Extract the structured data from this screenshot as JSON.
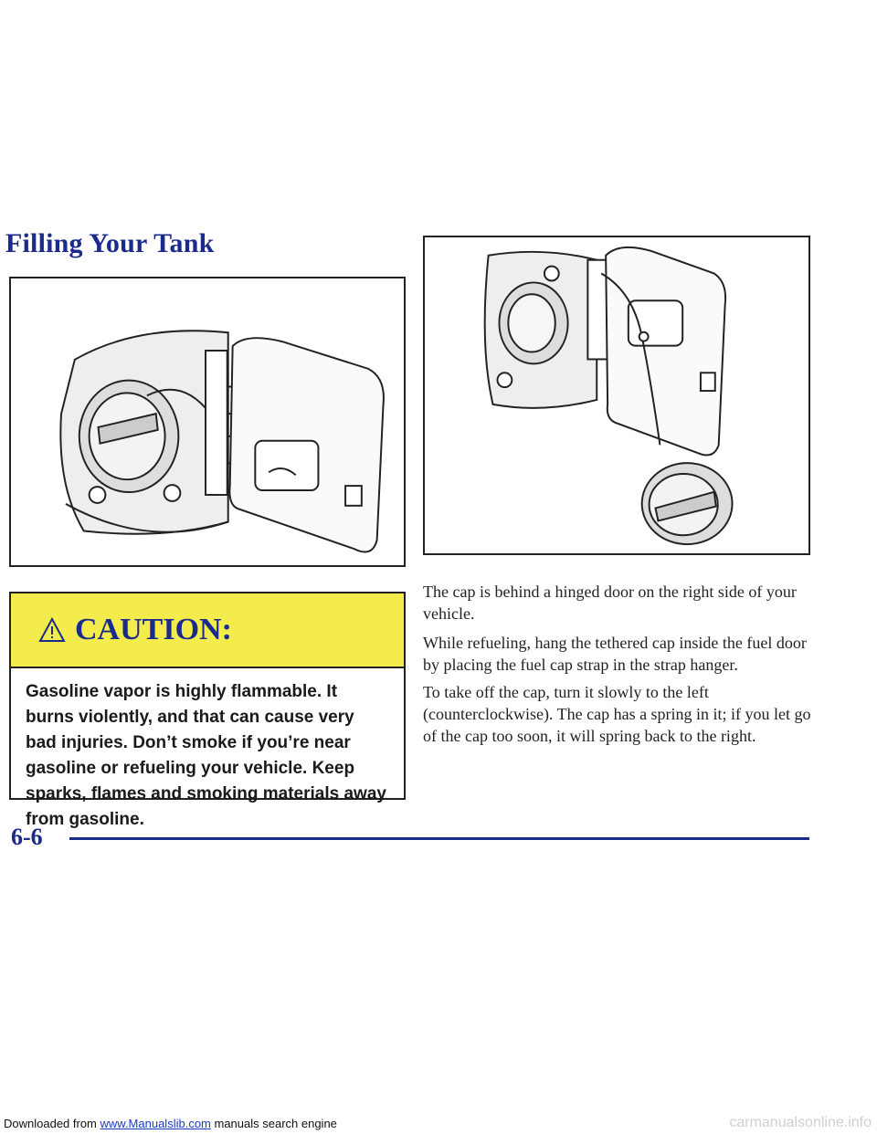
{
  "heading": "Filling Your Tank",
  "caution": {
    "title": "CAUTION:",
    "icon": "warning-triangle-icon",
    "text": "Gasoline vapor is highly flammable. It burns violently, and that can cause very bad injuries. Don’t smoke if you’re near gasoline or refueling your vehicle. Keep sparks, flames and smoking materials away from gasoline."
  },
  "body": {
    "p1": "The cap is behind a hinged door on the right side of your vehicle.",
    "p2": "While refueling, hang the tethered cap inside the fuel door by placing the fuel cap strap in the strap hanger.",
    "p3": "To take off the cap, turn it slowly to the left (counterclockwise). The cap has a spring in it; if you let go of the cap too soon, it will spring back to the right."
  },
  "page_number": "6-6",
  "footer": {
    "prefix": "Downloaded from ",
    "link": "www.Manualslib.com",
    "suffix": " manuals search engine"
  },
  "watermark": "carmanualsonline.info",
  "colors": {
    "heading": "#1b2b8c",
    "caution_band": "#f4ec4c"
  }
}
